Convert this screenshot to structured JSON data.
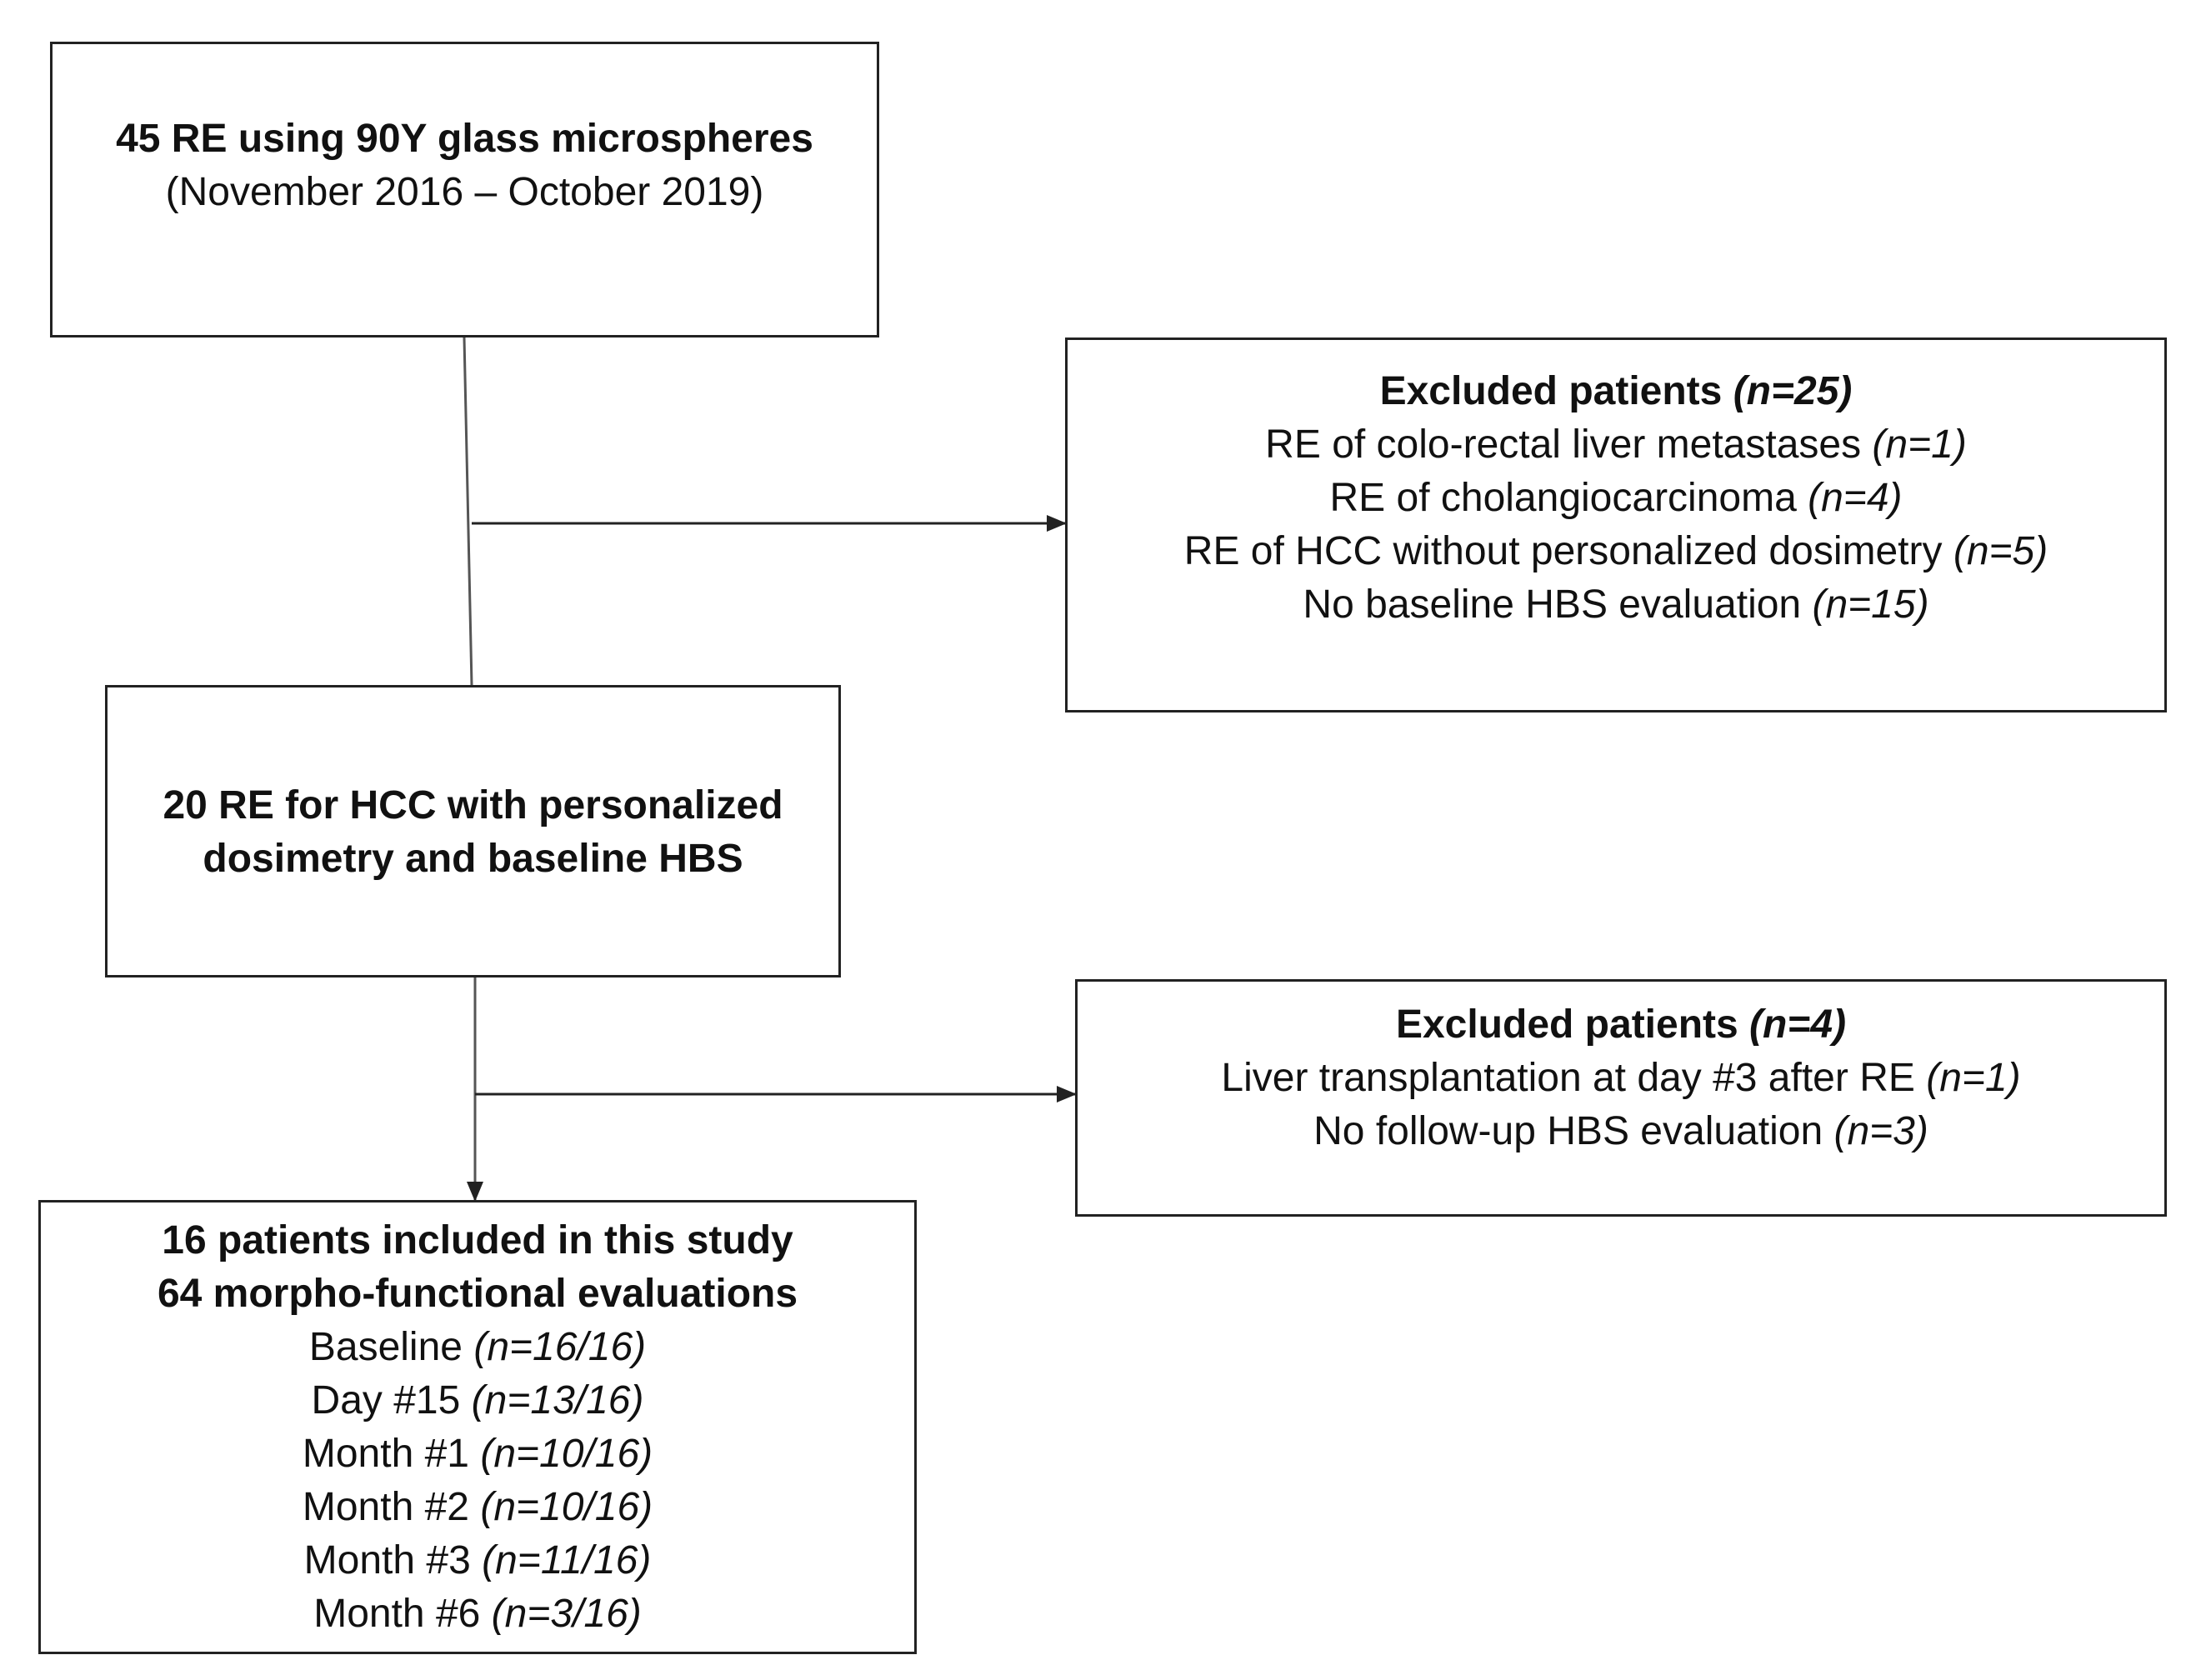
{
  "start_box": {
    "title": "45 RE using 90Y glass microspheres",
    "period": "(November 2016 – October 2019)"
  },
  "excluded_first": {
    "heading": "Excluded patients ",
    "heading_n": "(n=25)",
    "items": [
      {
        "text": "RE of colo-rectal liver metastases ",
        "n": "(n=1)"
      },
      {
        "text": "RE of cholangiocarcinoma ",
        "n": "(n=4)"
      },
      {
        "text": "RE of HCC without  personalized dosimetry ",
        "n": "(n=5)"
      },
      {
        "text": "No baseline HBS evaluation  ",
        "n": "(n=15)"
      }
    ]
  },
  "middle_box": {
    "line1": "20 RE for HCC with personalized",
    "line2": "dosimetry and baseline HBS"
  },
  "excluded_second": {
    "heading": "Excluded patients ",
    "heading_n": "(n=4)",
    "items": [
      {
        "text": "Liver transplantation at day #3 after RE ",
        "n": "(n=1)"
      },
      {
        "text": "No follow-up HBS evaluation  ",
        "n": "(n=3)"
      }
    ]
  },
  "final_box": {
    "line1": "16 patients included in this study",
    "line2": "64 morpho-functional evaluations",
    "items": [
      {
        "text": "Baseline ",
        "n": "(n=16/16)"
      },
      {
        "text": "Day #15 ",
        "n": "(n=13/16)"
      },
      {
        "text": "Month #1 ",
        "n": "(n=10/16)"
      },
      {
        "text": "Month #2 ",
        "n": "(n=10/16)"
      },
      {
        "text": "Month #3 ",
        "n": "(n=11/16)"
      },
      {
        "text": "Month #6 ",
        "n": "(n=3/16)"
      }
    ]
  }
}
